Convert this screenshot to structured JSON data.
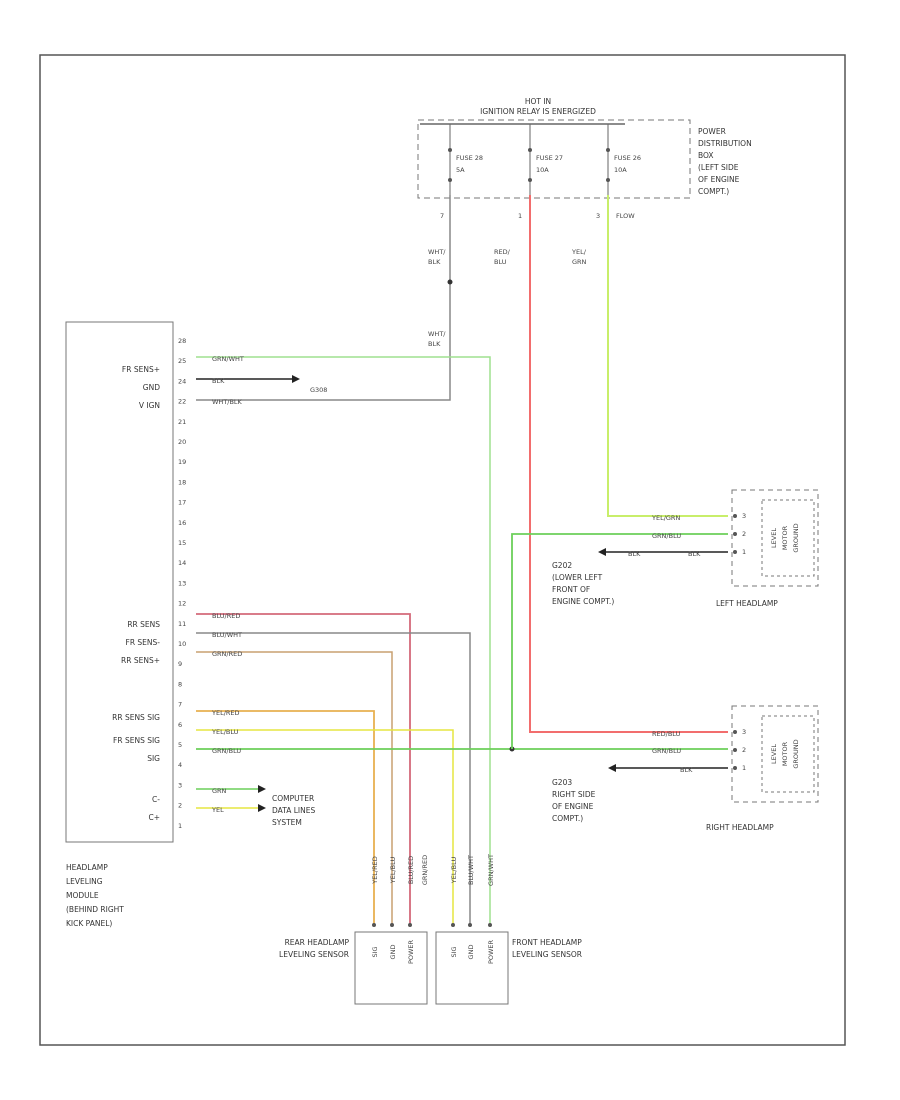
{
  "diagram_id": "",
  "power_box": {
    "hot": "HOT IN",
    "hot_sub": "IGNITION RELAY IS ENERGIZED",
    "fuses": [
      "FUSE 28\n5A",
      "FUSE 27\n10A",
      "FUSE 26\n10A"
    ],
    "label": [
      "POWER",
      "DISTRIBUTION",
      "BOX",
      "(LEFT SIDE",
      "OF ENGINE",
      "COMPT.)"
    ],
    "pins": [
      "7",
      "1",
      "3"
    ],
    "pin3_note": "FLOW"
  },
  "wires": {
    "wht_blk": [
      "WHT/",
      "BLK"
    ],
    "wht_blk2": [
      "WHT/",
      "BLK"
    ],
    "red_blu": [
      "RED/",
      "BLU"
    ],
    "yel_grn": [
      "YEL/",
      "GRN"
    ],
    "grn_wht": "GRN/WHT",
    "blk": "BLK",
    "wht_blk3": "WHT/BLK",
    "blu_red": "BLU/RED",
    "blu_wht": "BLU/WHT",
    "grn_red": "GRN/RED",
    "yel_red": "YEL/RED",
    "yel_blu": "YEL/BLU",
    "grn_blu": "GRN/BLU",
    "grn": "GRN",
    "yel": "YEL",
    "yel_grn2": "YEL/GRN",
    "grn_blu_l": "GRN/BLU",
    "blk_l": "BLK",
    "red_blu_r": "RED/BLU",
    "grn_blu_r": "GRN/BLU",
    "blk_r": "BLK",
    "vert_labels": [
      "YEL/RED",
      "YEL/BLU",
      "BLU/RED",
      "GRN/RED",
      "YEL/BLU",
      "BLU/WHT",
      "GRN/WHT"
    ]
  },
  "ground1": "G308",
  "module": {
    "pins": [
      "28",
      "25",
      "24",
      "22",
      "21",
      "20",
      "19",
      "18",
      "17",
      "16",
      "15",
      "14",
      "13",
      "12",
      "11",
      "10",
      "9",
      "8",
      "7",
      "6",
      "5",
      "4",
      "3",
      "2",
      "1"
    ],
    "left_labels": {
      "fr_sens_plus": "FR SENS+",
      "gnd": "GND",
      "vign": "V IGN",
      "rr_sens": "RR SENS",
      "fr_sens_minus": "FR SENS-",
      "rr_sens_plus": "RR SENS+",
      "rr_sens_sig": "RR SENS SIG",
      "fr_sens_sig": "FR SENS SIG",
      "sig": "SIG",
      "c_minus": "C-",
      "c_plus": "C+"
    },
    "caption": [
      "HEADLAMP",
      "LEVELING",
      "MODULE",
      "(BEHIND RIGHT",
      "KICK PANEL)"
    ]
  },
  "computer_data": [
    "COMPUTER",
    "DATA LINES",
    "SYSTEM"
  ],
  "left_ground": [
    "G202",
    "(LOWER LEFT",
    "FRONT OF",
    "ENGINE COMPT.)"
  ],
  "right_ground": [
    "G203",
    "RIGHT SIDE",
    "OF ENGINE",
    "COMPT.)"
  ],
  "left_headlamp": "LEFT HEADLAMP",
  "right_headlamp": "RIGHT HEADLAMP",
  "actuator_pins": [
    "LEVEL",
    "MOTOR",
    "GROUND"
  ],
  "rear_sensor": [
    "REAR HEADLAMP",
    "LEVELING SENSOR"
  ],
  "front_sensor": [
    "FRONT HEADLAMP",
    "LEVELING SENSOR"
  ],
  "sensor_pins": [
    "SIG",
    "GND",
    "POWER"
  ],
  "colors": {
    "red": "#f26d6d",
    "green": "#6ccf5a",
    "yellow": "#e6e640",
    "yellowgreen": "#c8ee6a",
    "lightgreen": "#9fe08f",
    "orange": "#e8b050",
    "tan": "#c8a070",
    "grey": "#888888",
    "black": "#222222"
  }
}
